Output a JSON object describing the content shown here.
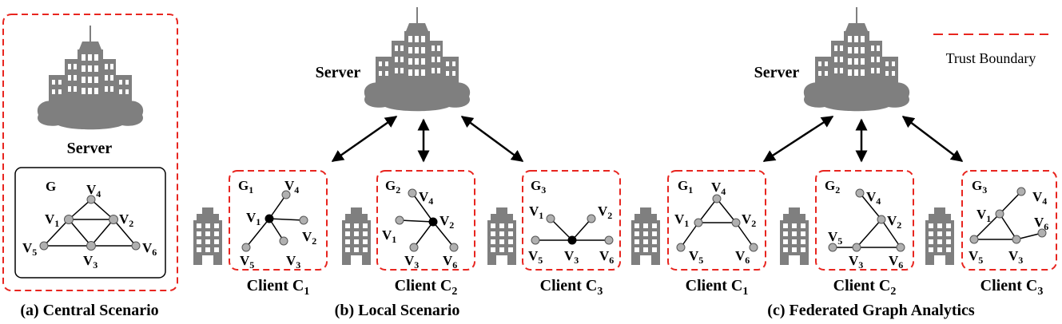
{
  "legend": {
    "label": "Trust Boundary",
    "color": "#e8251f"
  },
  "colors": {
    "building": "#7f7f7f",
    "node": "#b0b0b0",
    "node_center": "#000000",
    "boundary": "#e8251f"
  },
  "server_label": "Server",
  "vertex_prefix": "V",
  "vertex_subs": [
    "1",
    "2",
    "3",
    "4",
    "5",
    "6"
  ],
  "captions": {
    "a": "(a) Central Scenario",
    "b": "(b) Local Scenario",
    "c": "(c) Federated Graph Analytics"
  },
  "central_graph_label": "G",
  "client_prefix": "Client C",
  "client_subs": [
    "1",
    "2",
    "3"
  ],
  "graph_prefix": "G",
  "graph_subs": [
    "1",
    "2",
    "3"
  ]
}
